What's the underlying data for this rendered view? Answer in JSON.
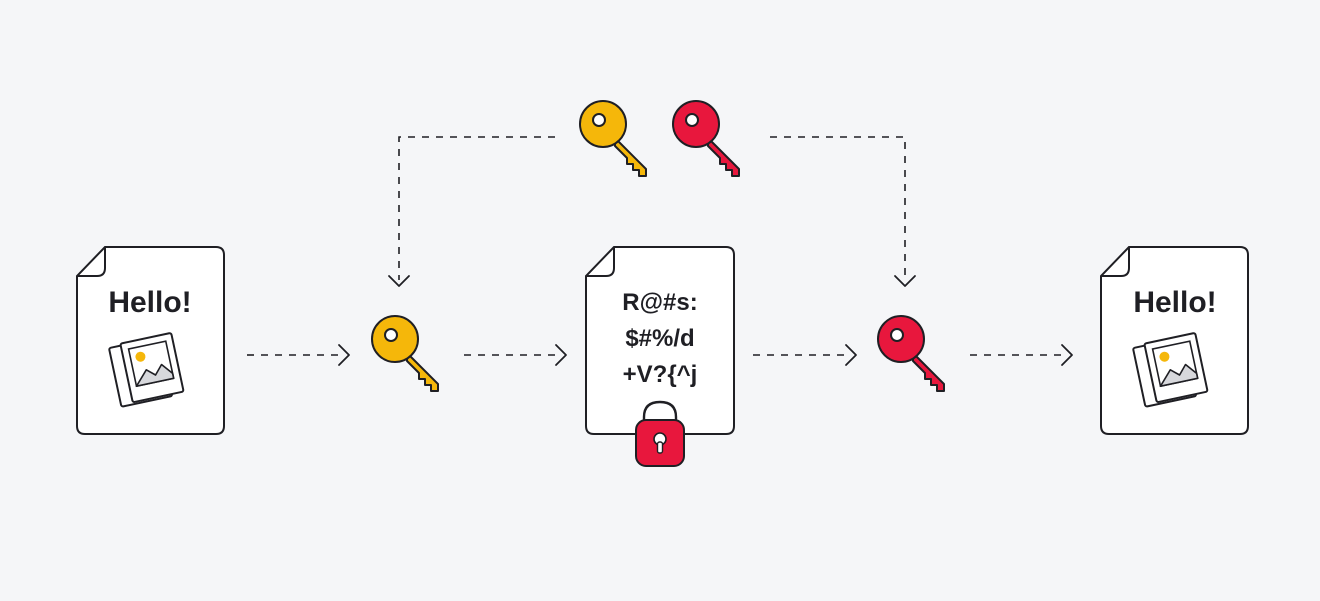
{
  "diagram": {
    "plaintext_doc": {
      "text": "Hello!",
      "icon": "image-icon"
    },
    "encrypted_doc": {
      "lines": [
        "R@#s:",
        "$#%/d",
        "+V?{^j"
      ],
      "icon": "padlock-icon"
    },
    "decrypted_doc": {
      "text": "Hello!",
      "icon": "image-icon"
    },
    "keys": {
      "public_key_color": "#f5b70a",
      "private_key_color": "#e8173d"
    },
    "colors": {
      "background": "#f5f6f8",
      "stroke": "#1f1f24",
      "paper": "#ffffff",
      "lock_color": "#e8173d",
      "image_dot": "#f5b70a"
    }
  }
}
